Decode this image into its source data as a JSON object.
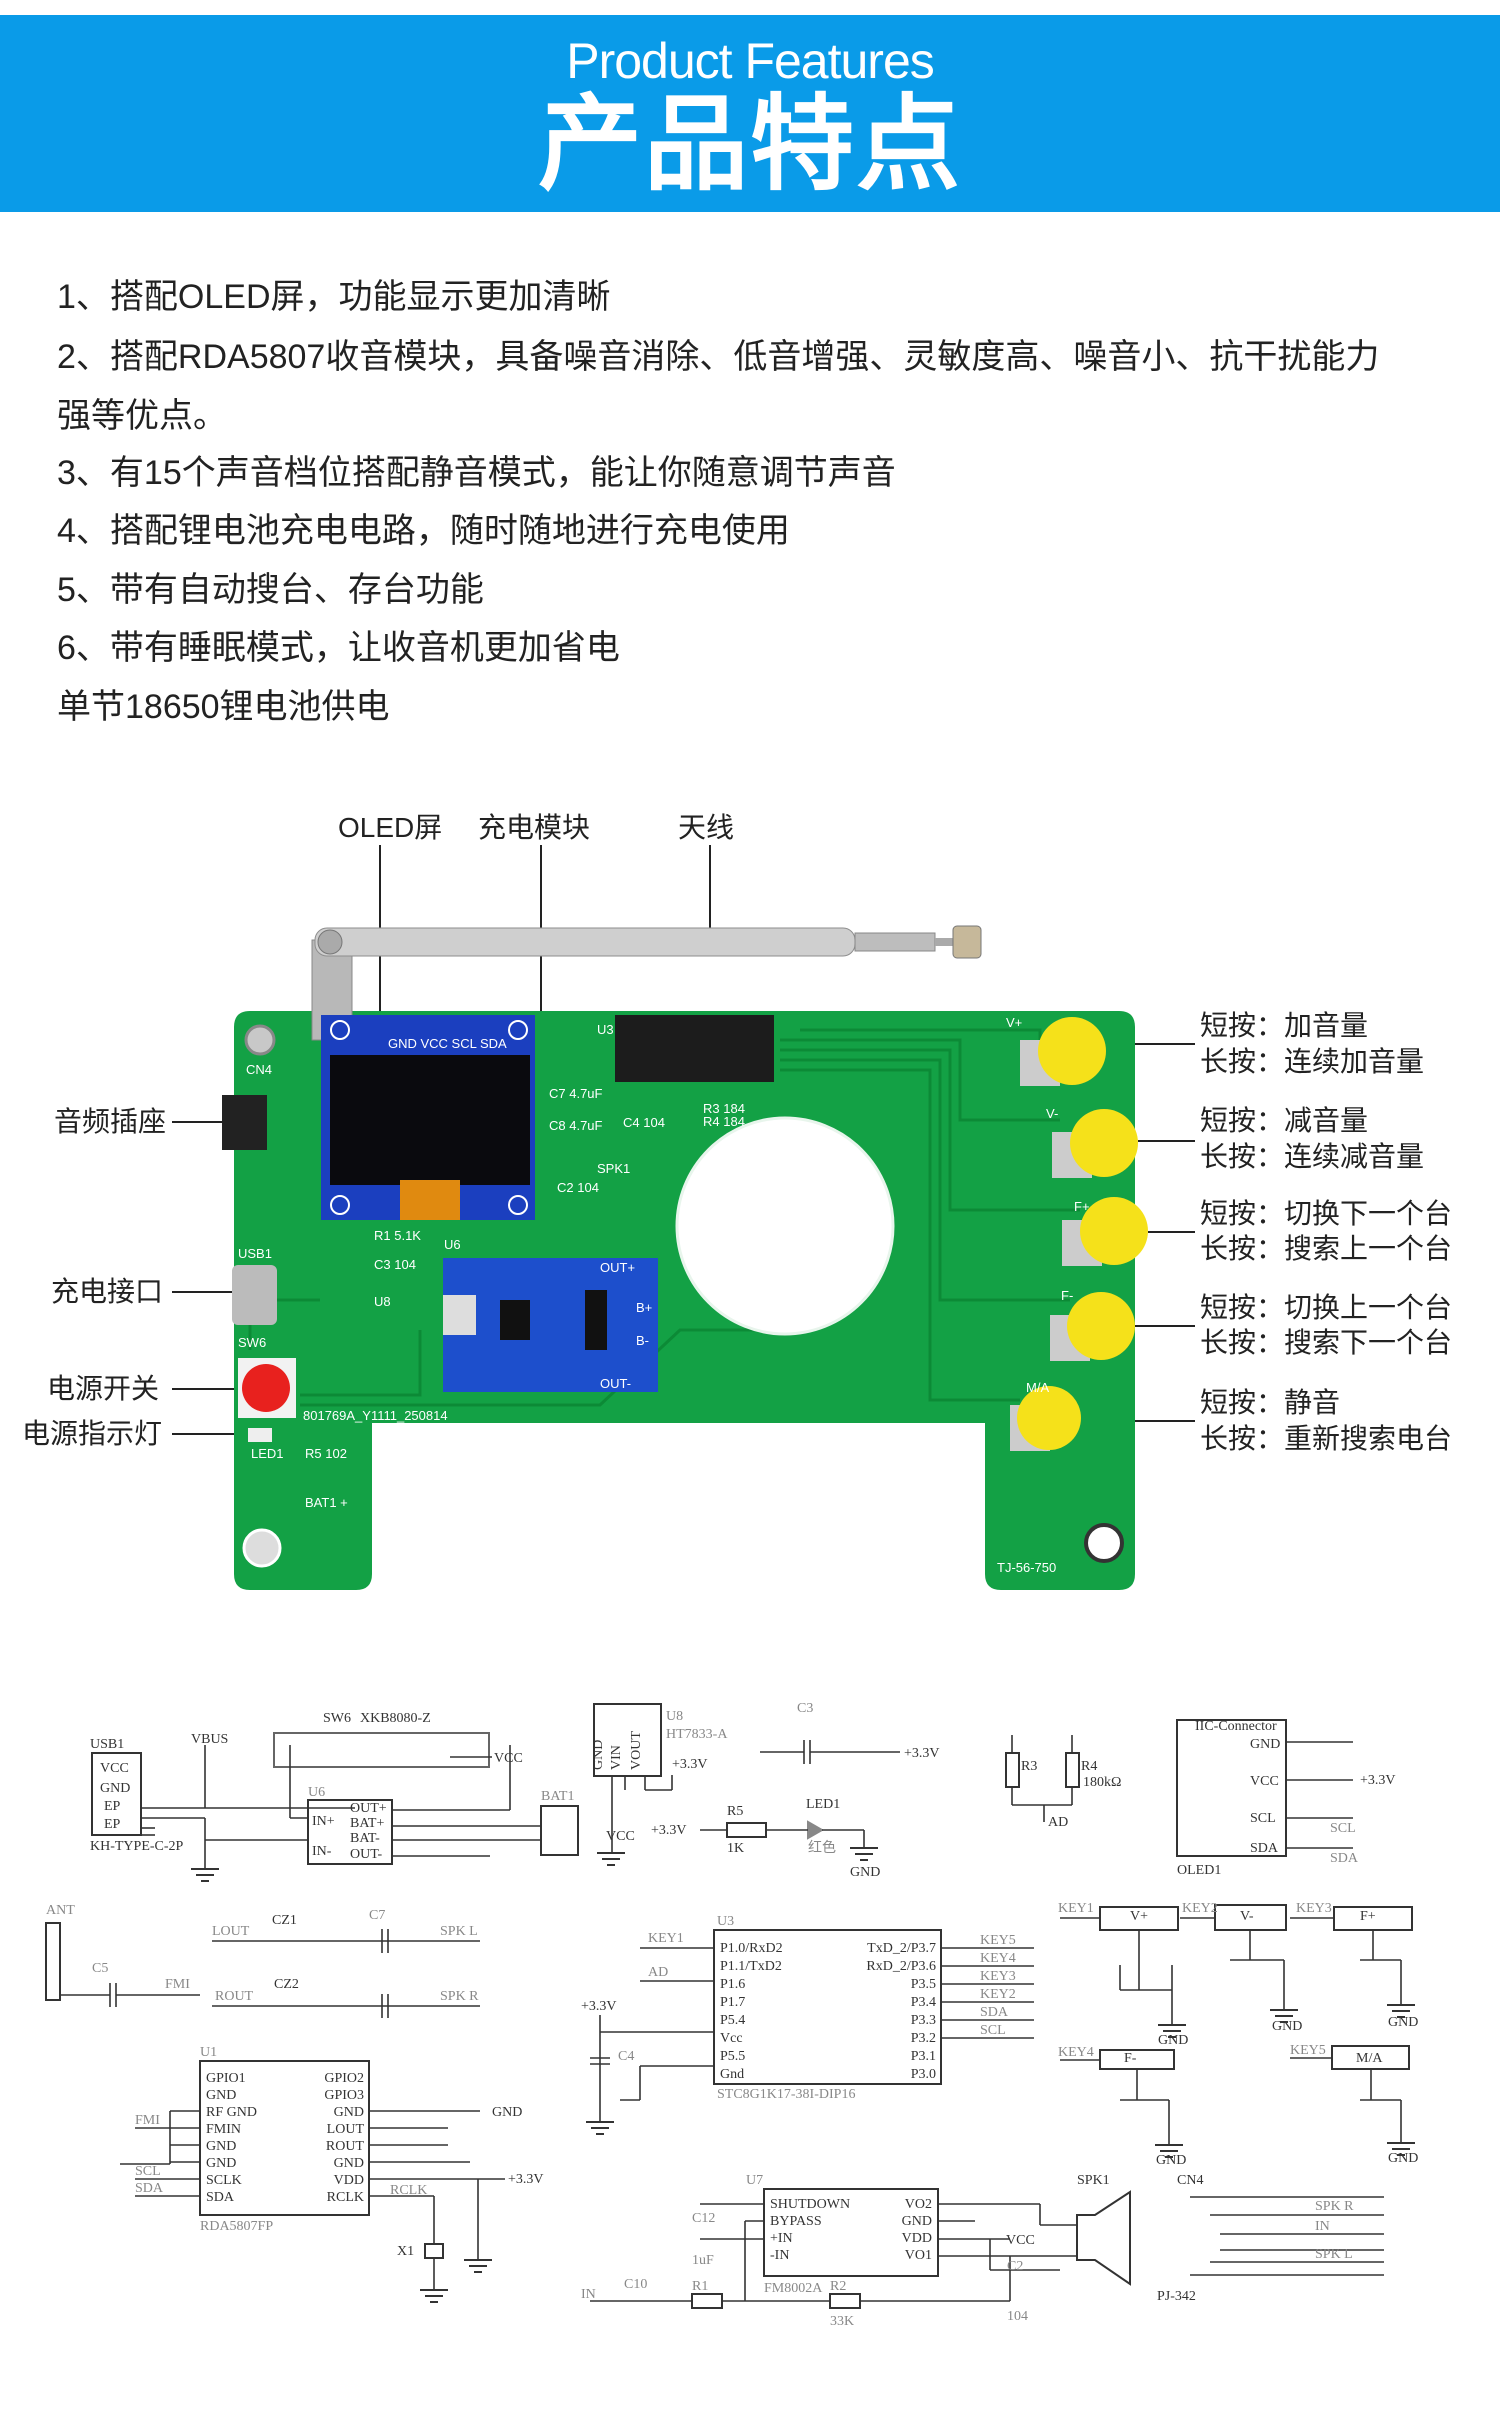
{
  "banner": {
    "title_en": "Product Features",
    "title_zh": "产品特点",
    "color": "#0a9be8"
  },
  "features": [
    "1、搭配OLED屏，功能显示更加清晰",
    "2、搭配RDA5807收音模块，具备噪音消除、低音增强、灵敏度高、噪音小、抗干扰能力",
    "强等优点。",
    "3、有15个声音档位搭配静音模式，能让你随意调节声音",
    "4、搭配锂电池充电电路，随时随地进行充电使用",
    "5、带有自动搜台、存台功能",
    "6、带有睡眠模式，让收音机更加省电",
    "单节18650锂电池供电"
  ],
  "diagram": {
    "top_labels": {
      "oled": "OLED屏",
      "charge_module": "充电模块",
      "antenna": "天线"
    },
    "left_labels": {
      "audio_jack": "音频插座",
      "charge_port": "充电接口",
      "power_switch": "电源开关",
      "power_led": "电源指示灯"
    },
    "buttons": [
      {
        "key": "V+",
        "short": "短按：加音量",
        "long": "长按：连续加音量"
      },
      {
        "key": "V-",
        "short": "短按：减音量",
        "long": "长按：连续减音量"
      },
      {
        "key": "F+",
        "short": "短按：切换下一个台",
        "long": "长按：搜索上一个台"
      },
      {
        "key": "F-",
        "short": "短按：切换上一个台",
        "long": "长按：搜索下一个台"
      },
      {
        "key": "M/A",
        "short": "短按：静音",
        "long": "长按：重新搜索电台"
      }
    ],
    "silkscreen": {
      "cn4": "CN4",
      "u3": "U3",
      "c7": "C7 4.7uF",
      "c8": "C8 4.7uF",
      "c4": "C4 104",
      "r3": "R3 184",
      "r4": "R4 184",
      "spk1": "SPK1",
      "c2": "C2 104",
      "r1": "R1 5.1K",
      "c3": "C3 104",
      "u8": "U8",
      "u6": "U6",
      "usb1": "USB1",
      "sw6": "SW6",
      "board_id": "801769A_Y1111_250814",
      "led1": "LED1",
      "r5": "R5 102",
      "bat1": "BAT1 +",
      "model": "TJ-56-750",
      "oled_pins": "GND VCC SCL SDA",
      "out_plus": "OUT+",
      "b_plus": "B+",
      "b_minus": "B-",
      "out_minus": "OUT-"
    },
    "colors": {
      "board": "#13a145",
      "oled_module": "#1b3fbf",
      "button_cap": "#f5e11a",
      "switch": "#e8211e"
    }
  },
  "schematic": {
    "usb1": "USB1",
    "vcc": "VCC",
    "gnd": "GND",
    "ep": "EP",
    "kh": "KH-TYPE-C-2P",
    "vbus": "VBUS",
    "sw6": "SW6",
    "xkb": "XKB8080-Z",
    "u6": "U6",
    "in_p": "IN+",
    "in_n": "IN-",
    "out_p": "OUT+",
    "bat_p": "BAT+",
    "bat_n": "BAT-",
    "out_n": "OUT-",
    "bat1": "BAT1",
    "u8": "U8",
    "ht7833": "HT7833-A",
    "vin": "VIN",
    "vout": "VOUT",
    "v33": "+3.3V",
    "r5": "R5",
    "r5v": "1K",
    "led1": "LED1",
    "red": "红色",
    "c3": "C3",
    "r3": "R3",
    "r4": "R4",
    "r4v": "180kΩ",
    "ad": "AD",
    "iic": "IIC-Connector",
    "scl": "SCL",
    "sda": "SDA",
    "oled1": "OLED1",
    "ant": "ANT",
    "c5": "C5",
    "fmi": "FMI",
    "lout": "LOUT",
    "rout": "ROUT",
    "cz1": "CZ1",
    "cz2": "CZ2",
    "c7": "C7",
    "spkl": "SPK L",
    "spkr": "SPK R",
    "u3": "U3",
    "key1": "KEY1",
    "key2": "KEY2",
    "key3": "KEY3",
    "key4": "KEY4",
    "key5": "KEY5",
    "c4": "C4",
    "u3_left": [
      "P1.0/RxD2",
      "P1.1/TxD2",
      "P1.6",
      "P1.7",
      "P5.4",
      "Vcc",
      "P5.5",
      "Gnd"
    ],
    "u3_right": [
      "TxD_2/P3.7",
      "RxD_2/P3.6",
      "P3.5",
      "P3.4",
      "P3.3",
      "P3.2",
      "P3.1",
      "P3.0"
    ],
    "u3_part": "STC8G1K17-38I-DIP16",
    "sw_vp": "V+",
    "sw_vm": "V-",
    "sw_fp": "F+",
    "sw_fm": "F-",
    "sw_ma": "M/A",
    "u1": "U1",
    "u1_left": [
      "GPIO1",
      "GND",
      "RF GND",
      "FMIN",
      "GND",
      "GND",
      "SCLK",
      "SDA"
    ],
    "u1_right": [
      "GPIO2",
      "GPIO3",
      "GND",
      "LOUT",
      "ROUT",
      "GND",
      "VDD",
      "RCLK"
    ],
    "u1_part": "RDA5807FP",
    "rclk": "RCLK",
    "x1": "X1",
    "u7": "U7",
    "u7_left": [
      "SHUTDOWN",
      "BYPASS",
      "+IN",
      "-IN"
    ],
    "u7_right": [
      "VO2",
      "GND",
      "VDD",
      "VO1"
    ],
    "u7_part": "FM8002A",
    "c12": "C12",
    "c12v": "1uF",
    "in": "IN",
    "c10": "C10",
    "r1": "R1",
    "r2": "R2",
    "r2v": "33K",
    "c2": "C2",
    "c2v": "104",
    "spk1": "SPK1",
    "cn4": "CN4",
    "pj342": "PJ-342"
  }
}
